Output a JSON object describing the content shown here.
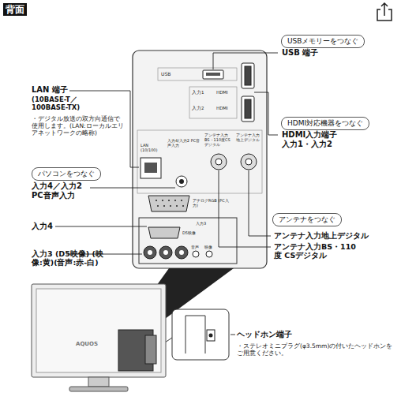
{
  "diagram": {
    "title": "背面",
    "nodes": [
      {
        "text": [
          "USBメモリーをつなぐ"
        ]
      },
      {
        "text": [
          "HDMI対応機器をつなぐ"
        ]
      },
      {
        "text": [
          "パソコンをつなぐ"
        ]
      },
      {
        "text": [
          "アンテナをつなぐ"
        ]
      }
    ],
    "labels": [
      "USB 端子",
      "LAN 端子",
      "(10BASE-T／100BASE-TX)",
      "・デジタル放送の双方向通信で使用します。(LAN:ローカルエリアネットワークの略称)",
      "HDMI入力端子 入力1・入力2",
      "入力4／入力2 PC音声入力",
      "入力4",
      "アンテナ入力地上デジタル",
      "入力3 (D5映像) (映像:黄)(音声:赤-白)",
      "アンテナ入力BS・110度 CSデジタル",
      "ヘッドホン端子",
      "・ステレオミニプラグ(φ3.5mm)の付いたヘッドホンをご用意ください。",
      "AQUOS",
      "USB",
      "入力1",
      "HDMI",
      "入力2",
      "HDMI",
      "LAN (10/100)",
      "入力4/入力2 PC音声入力",
      "アンテナ入力 BS・110度CS デジタル",
      "アンテナ入力 地上デジタル",
      "アナログRGB (PC入力)",
      "D5映像",
      "入力3",
      "音声",
      "映像"
    ]
  }
}
